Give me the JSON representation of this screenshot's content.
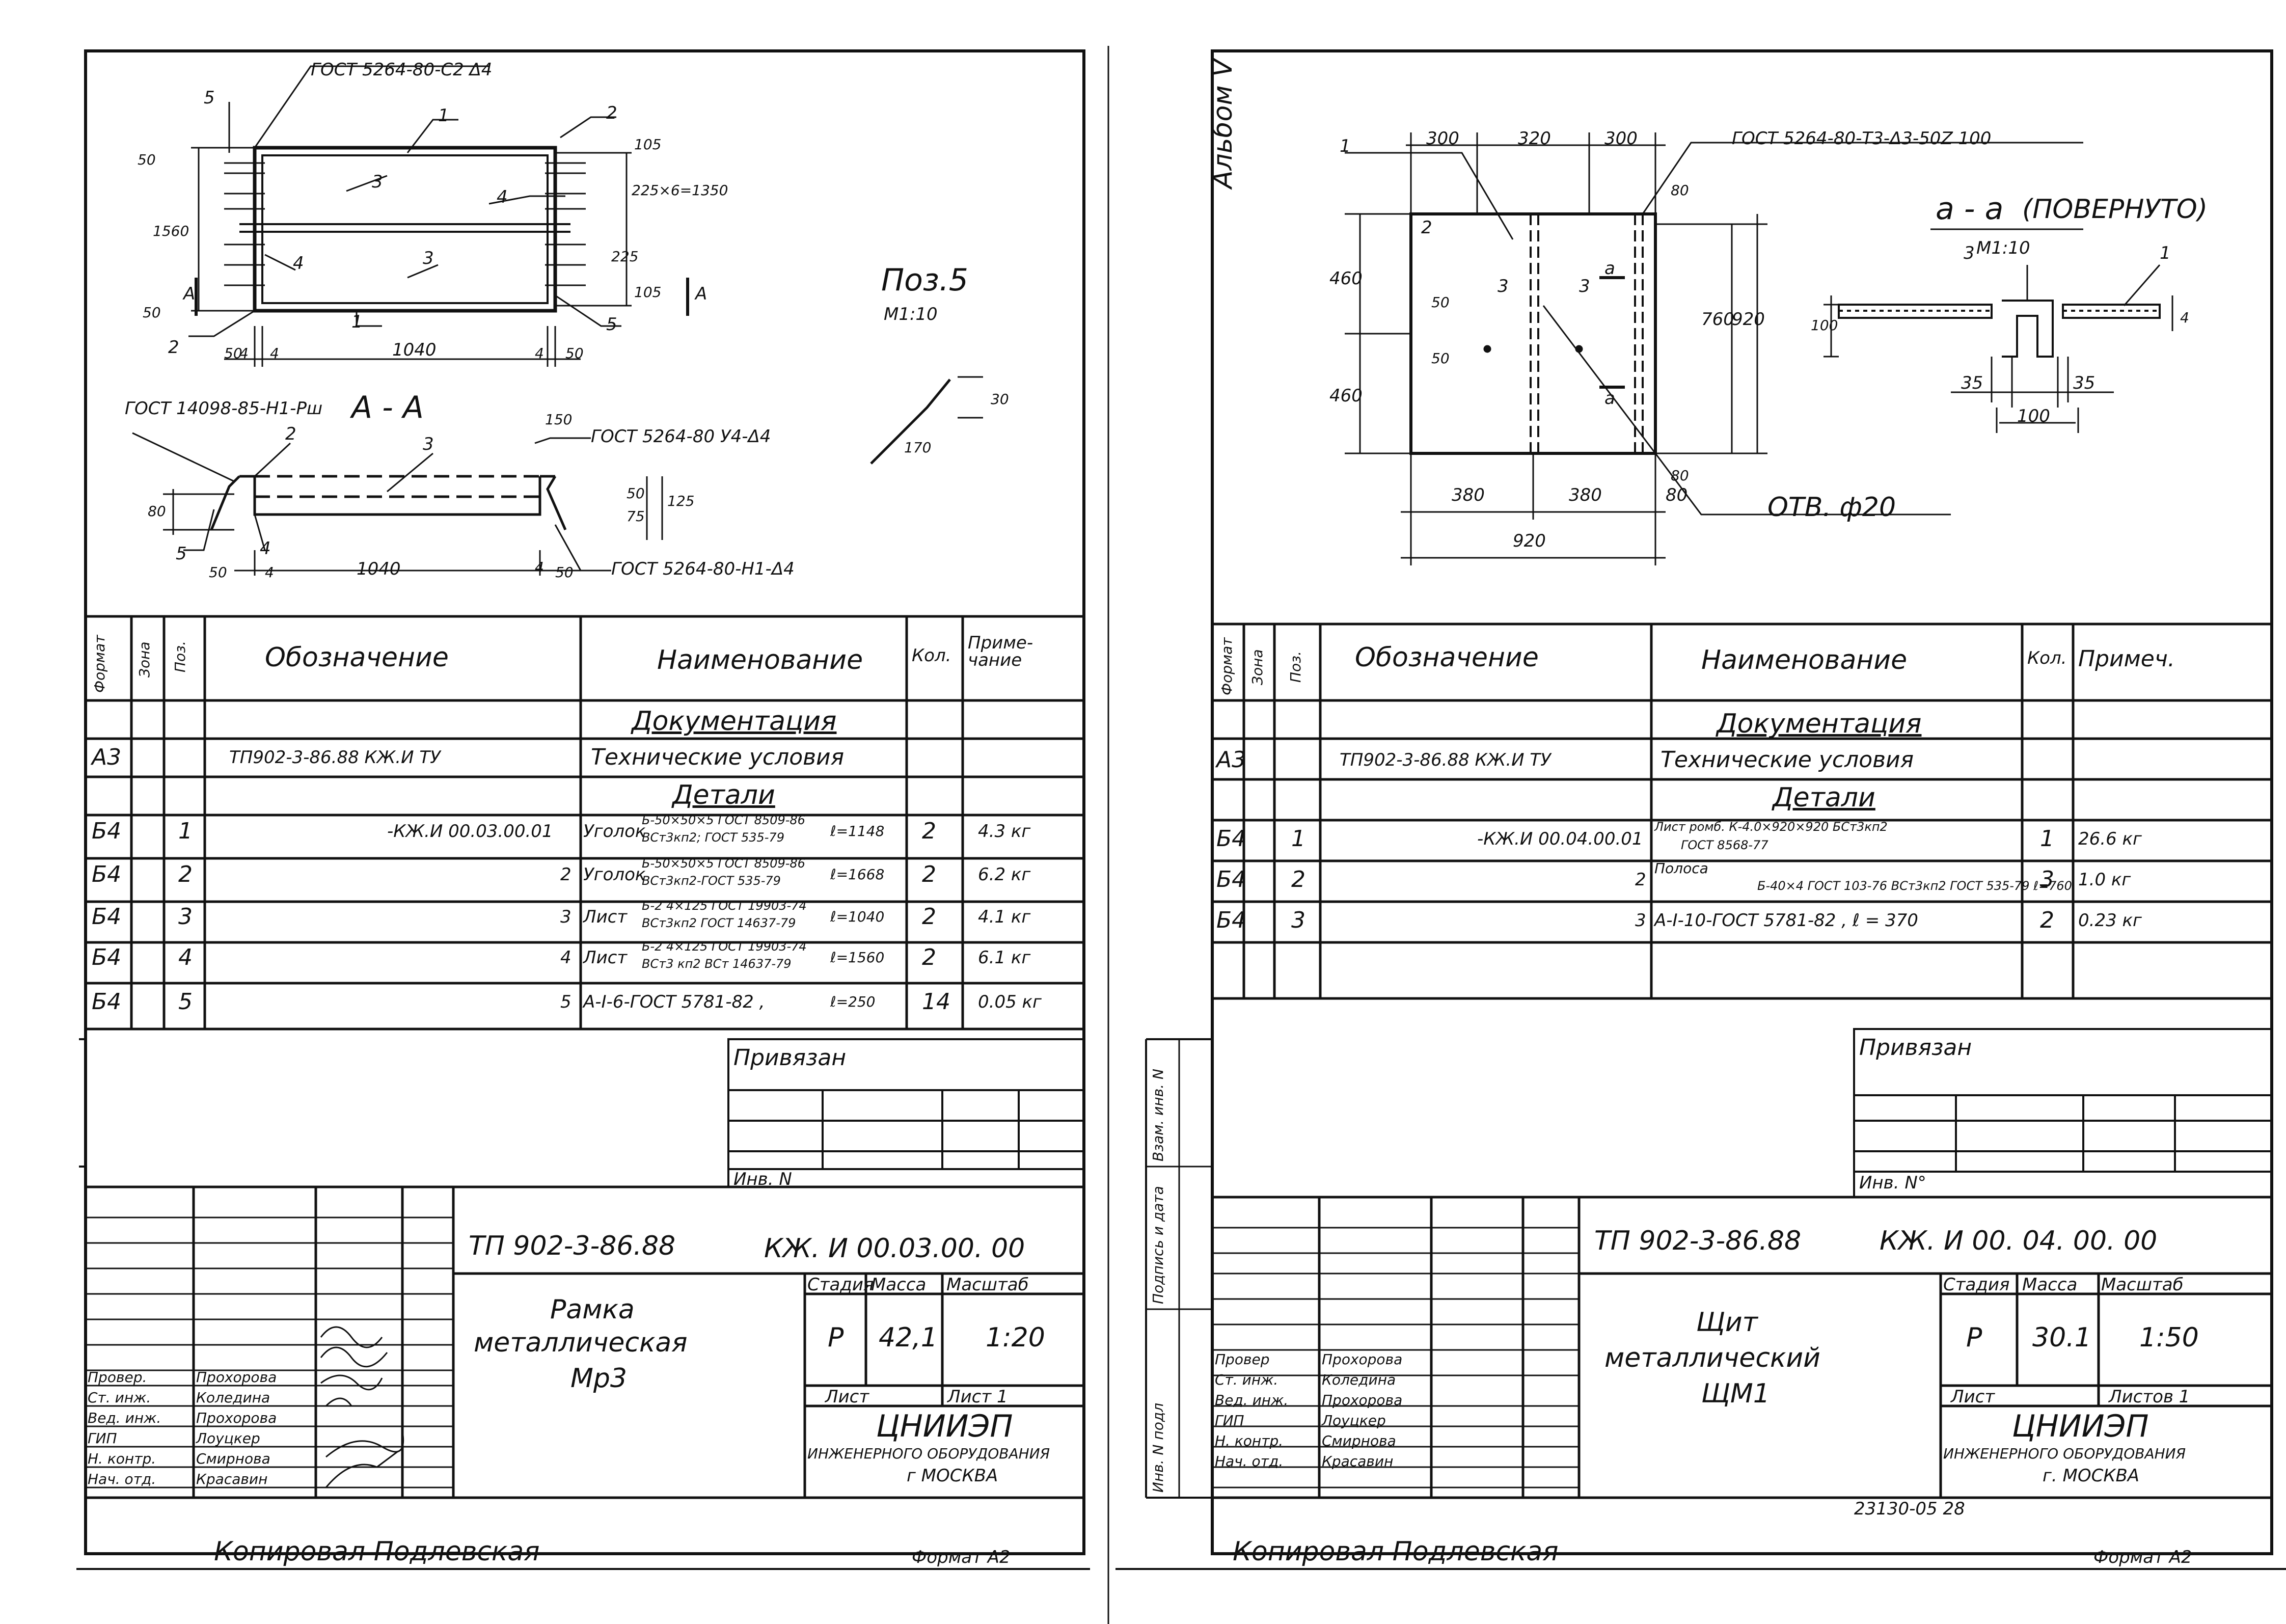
{
  "left": {
    "drawing": {
      "callout_top": "ГОСТ 5264-80-С2 Δ4",
      "callout_rsh": "ГОСТ 14098-85-Н1-Рш",
      "section_aa": "А - А",
      "callout_u4": "ГОСТ 5264-80 У4-Δ4",
      "callout_n1": "ГОСТ 5264-80-Н1-Δ4",
      "pos5_title": "Поз.5",
      "pos5_scale": "М1:10",
      "pos_labels": [
        "5",
        "1",
        "2",
        "3",
        "4",
        "4",
        "3",
        "2",
        "1",
        "5",
        "2",
        "3",
        "5",
        "4"
      ],
      "dims": [
        "50",
        "1560",
        "50",
        "4",
        "1040",
        "50",
        "4",
        "4",
        "50",
        "105",
        "225",
        "225×6=1350",
        "105",
        "А",
        "А",
        "150",
        "80",
        "75",
        "50",
        "125",
        "50",
        "1040",
        "4",
        "4",
        "50",
        "170",
        "30"
      ]
    },
    "table": {
      "headers": [
        "Формат",
        "Зона",
        "Поз.",
        "Обозначение",
        "Наименование",
        "Кол.",
        "Приме-чание"
      ],
      "section_doc": "Документация",
      "doc_row": {
        "format": "А3",
        "designation": "ТП902-3-86.88  КЖ.И  ТУ",
        "name": "Технические условия"
      },
      "section_parts": "Детали",
      "rows": [
        {
          "format": "Б4",
          "pos": "1",
          "designation": "-КЖ.И 00.03.00.01",
          "name": "Уголок",
          "spec1": "Б-50×50×5 ГОСТ 8509-86",
          "spec2": "ВСт3кп2; ГОСТ 535-79",
          "len": "ℓ=1148",
          "qty": "2",
          "note": "4.3 кг"
        },
        {
          "format": "Б4",
          "pos": "2",
          "designation": "2",
          "name": "Уголок",
          "spec1": "Б-50×50×5 ГОСТ 8509-86",
          "spec2": "ВСт3кп2-ГОСТ 535-79",
          "len": "ℓ=1668",
          "qty": "2",
          "note": "6.2 кг"
        },
        {
          "format": "Б4",
          "pos": "3",
          "designation": "3",
          "name": "Лист",
          "spec1": "Б-2 4×125 ГОСТ 19903-74",
          "spec2": "ВСт3кп2 ГОСТ 14637-79",
          "len": "ℓ=1040",
          "qty": "2",
          "note": "4.1 кг"
        },
        {
          "format": "Б4",
          "pos": "4",
          "designation": "4",
          "name": "Лист",
          "spec1": "Б-2 4×125 ГОСТ 19903-74",
          "spec2": "ВСт3 кп2 ВСт 14637-79",
          "len": "ℓ=1560",
          "qty": "2",
          "note": "6.1 кг"
        },
        {
          "format": "Б4",
          "pos": "5",
          "designation": "5",
          "name": "А-I-6-ГОСТ 5781-82 ,",
          "spec1": "",
          "spec2": "",
          "len": "ℓ=250",
          "qty": "14",
          "note": "0.05 кг"
        }
      ]
    },
    "stamp": {
      "privyazan": "Привязан",
      "inv": "Инв. N",
      "code": "ТП 902-3-86.88",
      "code2": "КЖ. И  00.03.00. 00",
      "title": [
        "Рамка",
        "металлическая",
        "Мр3"
      ],
      "stage_hdr": "Стадия",
      "mass_hdr": "Масса",
      "scale_hdr": "Масштаб",
      "stage": "Р",
      "mass": "42,1",
      "scale": "1:20",
      "sheet": "Лист",
      "sheets": "Лист  1",
      "org1": "ЦНИИЭП",
      "org2": "ИНЖЕНЕРНОГО ОБОРУДОВАНИЯ",
      "org3": "г МОСКВА",
      "roles": [
        "Провер.",
        "Ст. инж.",
        "Вед. инж.",
        "ГИП",
        "Н. контр.",
        "Нач. отд."
      ],
      "names": [
        "Прохорова",
        "Колединa",
        "Прохорова",
        "Лоуцкер",
        "Смирнова",
        "Красавин"
      ]
    },
    "footer_left": "Копировал  Подлевская",
    "footer_right": "Формат А2"
  },
  "right": {
    "vert_album": "Альбом V",
    "vert_stamp": [
      "Инв. N подл",
      "Подпись и дата",
      "Взам. инв. N"
    ],
    "drawing": {
      "callout_t3": "ГОСТ 5264-80-Т3-Δ3-50Z 100",
      "section": "а - а",
      "section_note": "(ПОВЕРНУТО)",
      "section_scale": "М1:10",
      "hole": "ОТВ. ф20",
      "dims": [
        "300",
        "320",
        "300",
        "80",
        "460",
        "460",
        "50",
        "50",
        "760",
        "920",
        "80",
        "380",
        "380",
        "80",
        "920",
        "100",
        "35",
        "35",
        "100",
        "4",
        "а",
        "а",
        "1",
        "2",
        "3",
        "3",
        "3",
        "1"
      ]
    },
    "table": {
      "headers": [
        "Формат",
        "Зона",
        "Поз.",
        "Обозначение",
        "Наименование",
        "Кол.",
        "Примеч."
      ],
      "section_doc": "Документация",
      "doc_row": {
        "format": "А3",
        "designation": "ТП902-3-86.88  КЖ.И  ТУ",
        "name": "Технические условия"
      },
      "section_parts": "Детали",
      "rows": [
        {
          "format": "Б4",
          "pos": "1",
          "designation": "-КЖ.И 00.04.00.01",
          "name": "Лист ромб. К-4.0×920×920 БСт3кп2",
          "spec": "ГОСТ 8568-77",
          "qty": "1",
          "note": "26.6 кг"
        },
        {
          "format": "Б4",
          "pos": "2",
          "designation": "2",
          "name": "Полоса",
          "spec": "Б-40×4 ГОСТ 103-76  ВСт3кп2 ГОСТ 535-79 ℓ=760",
          "qty": "3",
          "note": "1.0 кг"
        },
        {
          "format": "Б4",
          "pos": "3",
          "designation": "3",
          "name": "А-I-10-ГОСТ 5781-82 , ℓ = 370",
          "spec": "",
          "qty": "2",
          "note": "0.23 кг"
        }
      ]
    },
    "stamp": {
      "privyazan": "Привязан",
      "inv": "Инв. N°",
      "code": "ТП 902-3-86.88",
      "code2": "КЖ. И  00. 04. 00. 00",
      "title": [
        "Щит",
        "металлический",
        "ЩМ1"
      ],
      "stage_hdr": "Стадия",
      "mass_hdr": "Масса",
      "scale_hdr": "Масштаб",
      "stage": "Р",
      "mass": "30.1",
      "scale": "1:50",
      "sheet": "Лист",
      "sheets": "Листов 1",
      "org1": "ЦНИИЭП",
      "org2": "ИНЖЕНЕРНОГО ОБОРУДОВАНИЯ",
      "org3": "г. МОСКВА",
      "roles": [
        "Провер",
        "Ст. инж.",
        "Вед. инж.",
        "ГИП",
        "Н. контр.",
        "Нач. отд."
      ],
      "names": [
        "Прохорова",
        "Колединa",
        "Прохорова",
        "Лоуцкер",
        "Смирнова",
        "Красавин"
      ]
    },
    "archive_no": "23130-05   28",
    "footer_left": "Копировал  Подлевская",
    "footer_right": "Формат А2"
  }
}
